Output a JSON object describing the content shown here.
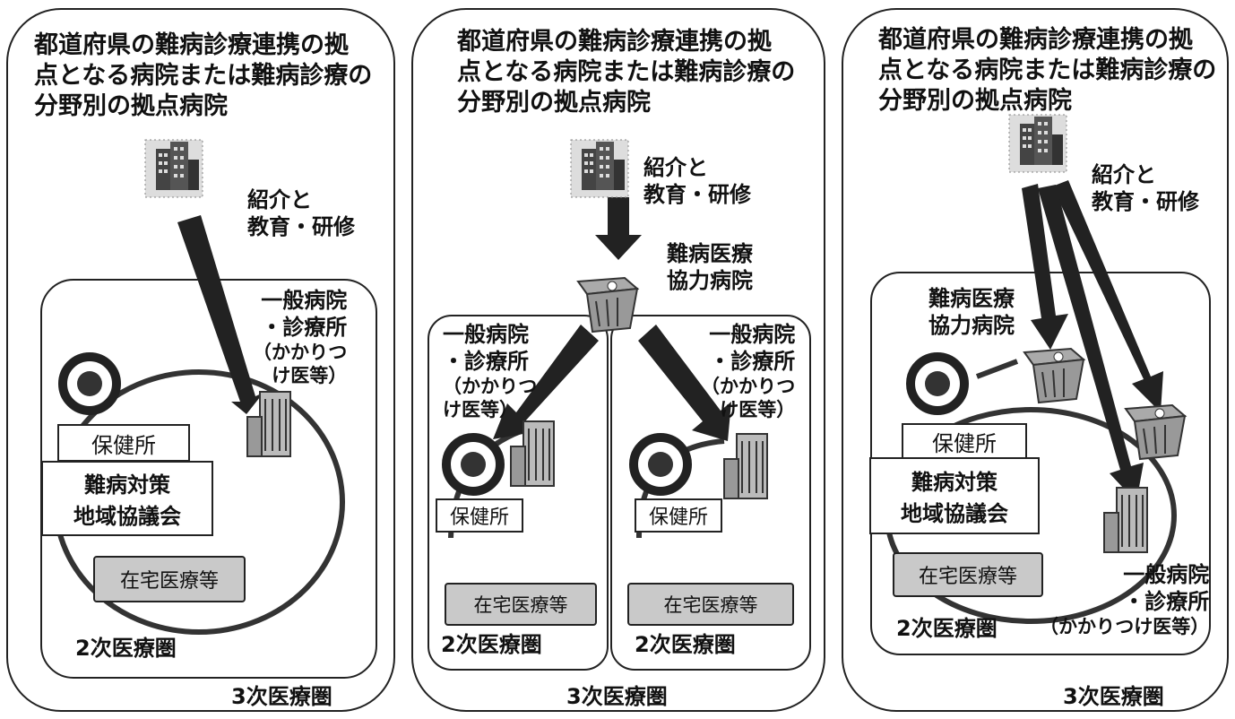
{
  "panels": [
    {
      "heading": [
        "都道府県の難病診療連携の拠",
        "点となる病院または難病診療の",
        "分野別の拠点病院"
      ],
      "referral": [
        "紹介と",
        "教育・研修"
      ],
      "general": [
        "一般病院",
        "・診療所",
        "（かかりつ",
        "け医等）"
      ],
      "health_center": "保健所",
      "council": [
        "難病対策",
        "地域協議会"
      ],
      "home_care": "在宅医療等",
      "secondary": "2次医療圏",
      "tertiary": "3次医療圏"
    },
    {
      "heading": [
        "都道府県の難病診療連携の拠",
        "点となる病院または難病診療の",
        "分野別の拠点病院"
      ],
      "referral": [
        "紹介と",
        "教育・研修"
      ],
      "coop": [
        "難病医療",
        "協力病院"
      ],
      "general": [
        "一般病院",
        "・診療所",
        "（かかりつ",
        "け医等）"
      ],
      "health_center": "保健所",
      "home_care": "在宅医療等",
      "secondary": "2次医療圏",
      "tertiary": "3次医療圏"
    },
    {
      "heading": [
        "都道府県の難病診療連携の拠",
        "点となる病院または難病診療の",
        "分野別の拠点病院"
      ],
      "referral": [
        "紹介と",
        "教育・研修"
      ],
      "coop": [
        "難病医療",
        "協力病院"
      ],
      "general": [
        "一般病院",
        "・診療所",
        "（かかりつけ医等）"
      ],
      "health_center": "保健所",
      "council": [
        "難病対策",
        "地域協議会"
      ],
      "home_care": "在宅医療等",
      "secondary": "2次医療圏",
      "tertiary": "3次医療圏"
    }
  ]
}
